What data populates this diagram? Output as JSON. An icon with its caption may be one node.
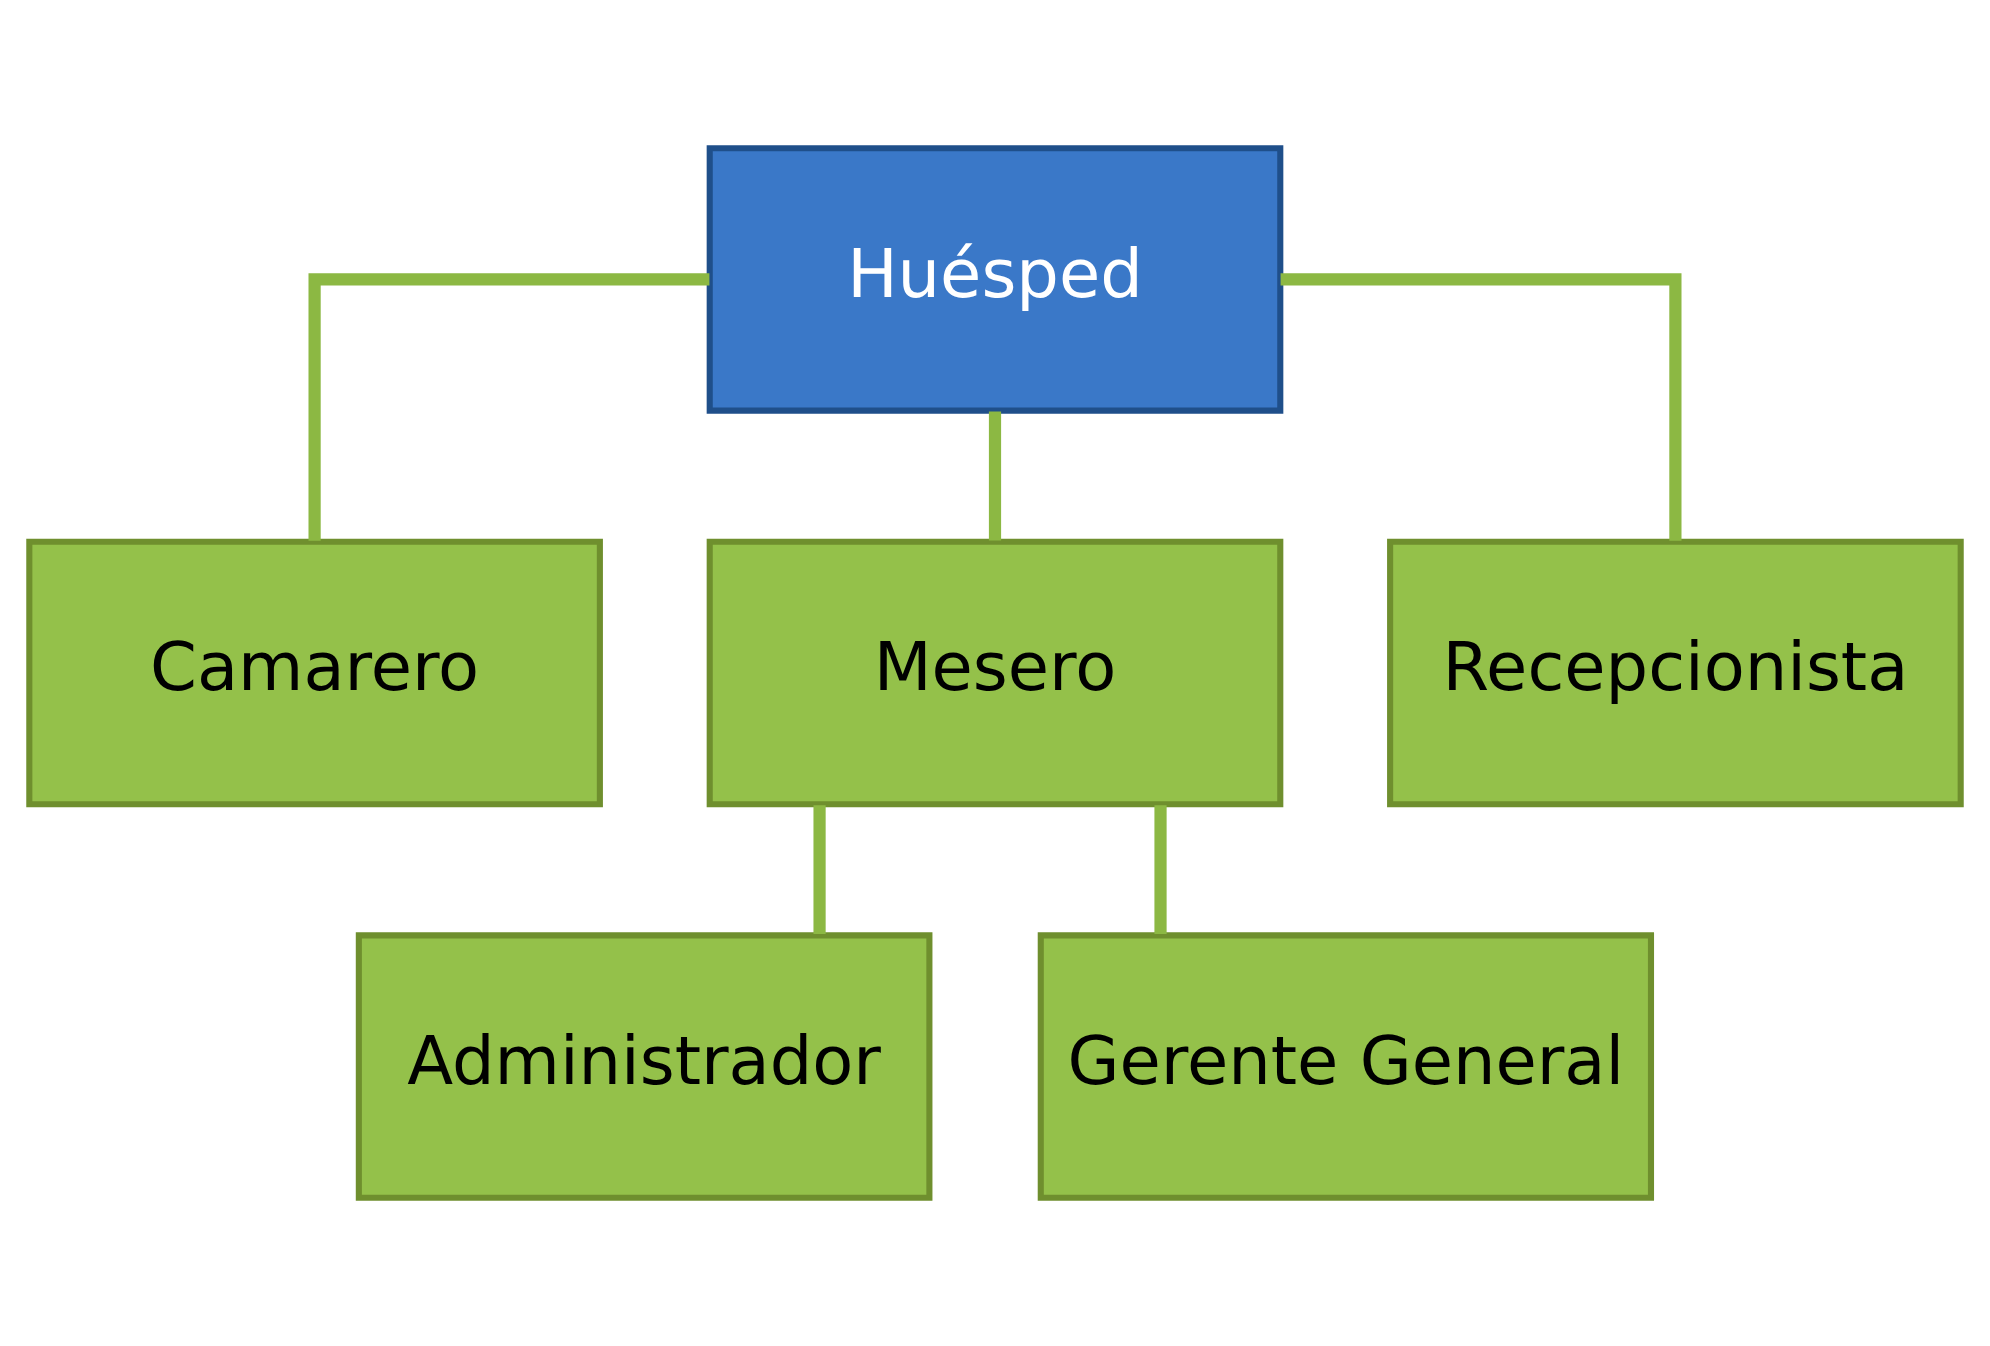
{
  "diagram": {
    "nodes": [
      {
        "text": [
          "Huésped"
        ]
      },
      {
        "text": [
          "Camarero"
        ]
      },
      {
        "text": [
          "Mesero"
        ]
      },
      {
        "text": [
          "Recepcionista"
        ]
      },
      {
        "text": [
          "Administrador"
        ]
      },
      {
        "text": [
          "Gerente General"
        ]
      }
    ],
    "edges": [
      {
        "from": 0,
        "to": 1,
        "arrow": "none"
      },
      {
        "from": 0,
        "to": 2,
        "arrow": "none"
      },
      {
        "from": 0,
        "to": 3,
        "arrow": "none"
      },
      {
        "from": 2,
        "to": 4,
        "arrow": "none"
      },
      {
        "from": 2,
        "to": 5,
        "arrow": "none"
      }
    ]
  }
}
